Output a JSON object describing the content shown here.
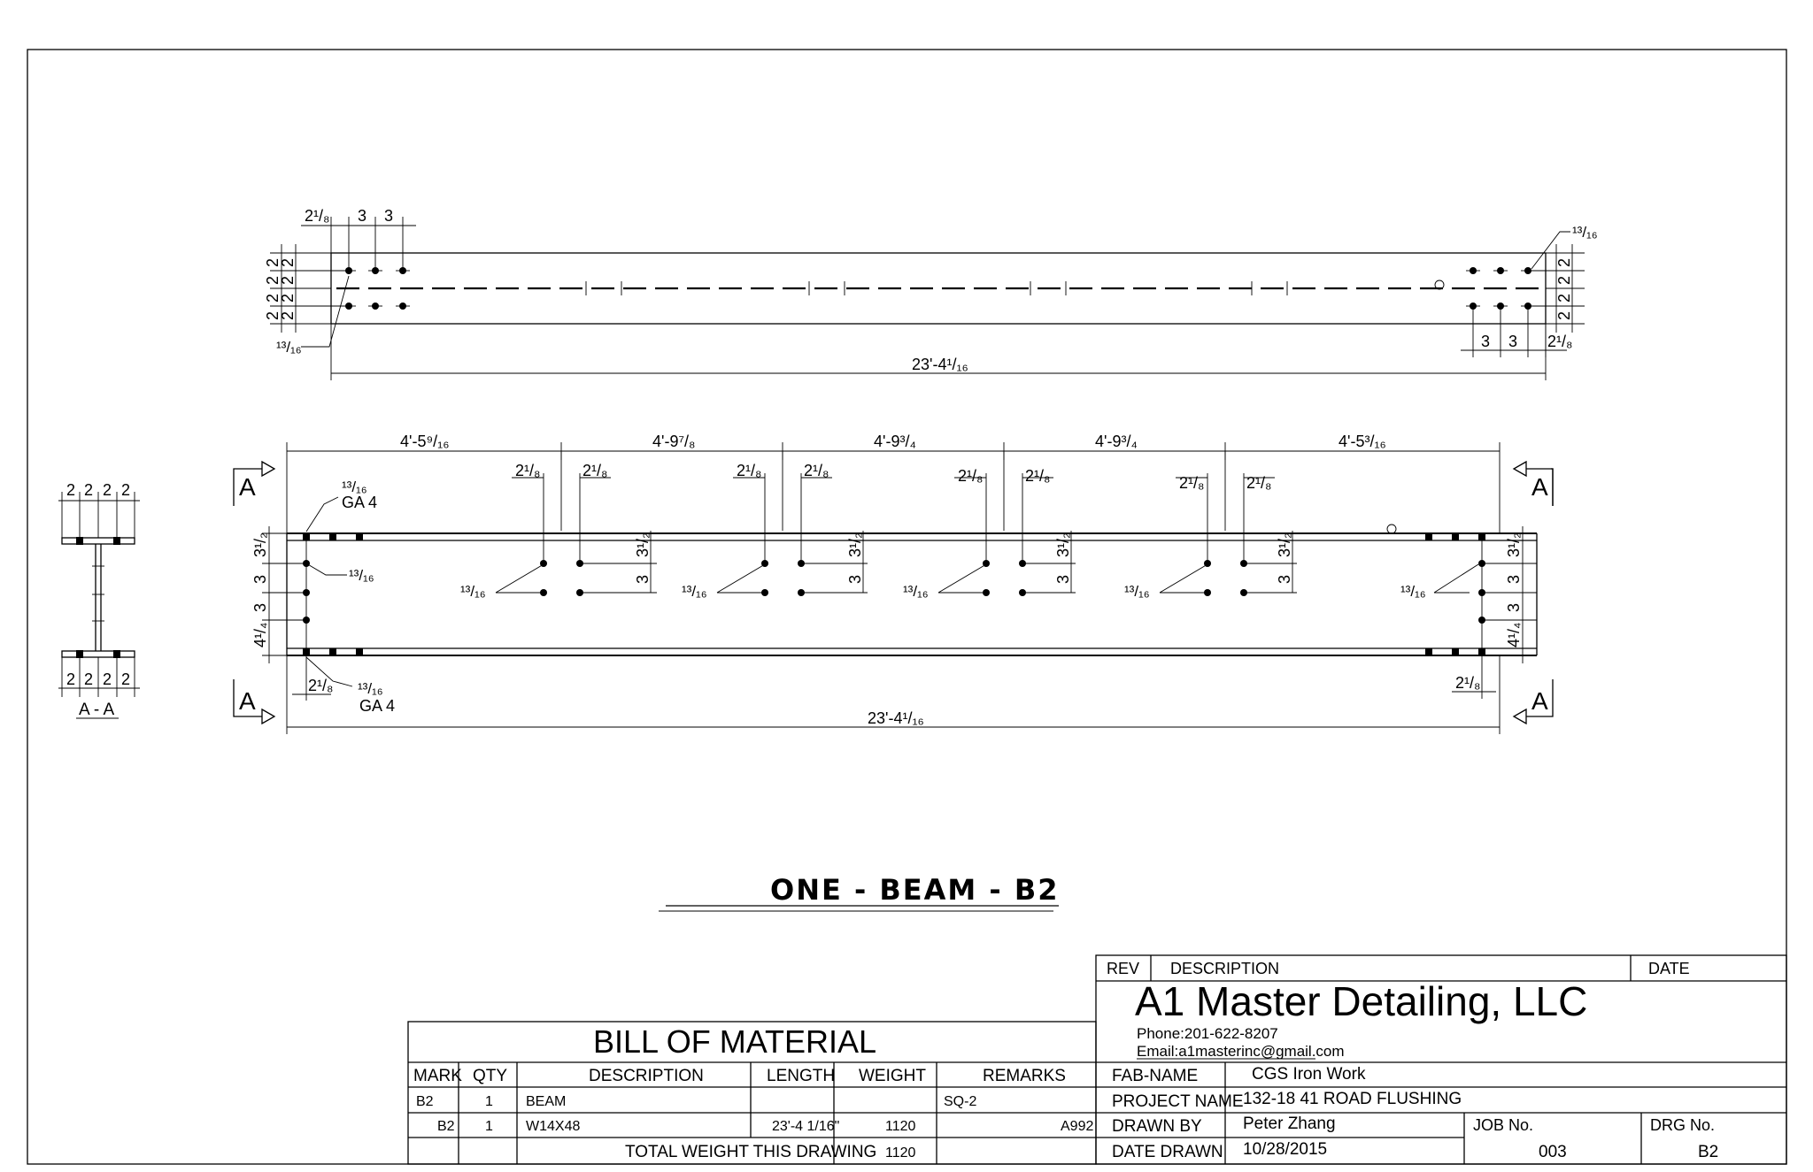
{
  "drawing": {
    "title": "ONE - BEAM - B2",
    "top_view": {
      "left_spacing": [
        "2¹/₈",
        "3",
        "3"
      ],
      "right_spacing": [
        "3",
        "3",
        "2¹/₈"
      ],
      "hole_left": "¹³/₁₆",
      "hole_right": "¹³/₁₆",
      "vert_dims": [
        "2",
        "2",
        "2",
        "2"
      ],
      "overall_length": "23'-4¹/₁₆"
    },
    "front_view": {
      "spans": [
        "4'-5⁹/₁₆",
        "4'-9⁷/₈",
        "4'-9³/₄",
        "4'-9³/₄",
        "4'-5³/₁₆"
      ],
      "clip_offset": "2¹/₈",
      "clip_vert_dims": [
        "3¹/₂",
        "3"
      ],
      "hole_label": "¹³/₁₆",
      "gauge_label": "GA 4",
      "end_vert_dims": [
        "3¹/₂",
        "3",
        "3",
        "4¹/₄"
      ],
      "overall_length": "23'-4¹/₁₆",
      "section_mark": "A"
    },
    "section_view": {
      "label": "A - A",
      "flange_dims": [
        "2",
        "2",
        "2",
        "2"
      ]
    }
  },
  "bill_of_material": {
    "title": "BILL OF MATERIAL",
    "headers": [
      "MARK",
      "QTY",
      "DESCRIPTION",
      "LENGTH",
      "WEIGHT",
      "REMARKS"
    ],
    "rows": [
      [
        "B2",
        "1",
        "BEAM",
        "",
        "",
        "SQ-2",
        ""
      ],
      [
        "B2",
        "1",
        "W14X48",
        "23'-4 1/16\"",
        "1120",
        "",
        "A992"
      ]
    ],
    "total_label": "TOTAL WEIGHT THIS DRAWING",
    "total_weight": "1120"
  },
  "title_block": {
    "rev_label": "REV",
    "description_label": "DESCRIPTION",
    "date_label": "DATE",
    "company": "A1 Master Detailing, LLC",
    "phone": "Phone:201-622-8207",
    "email": "Email:a1masterinc@gmail.com",
    "fab_name_label": "FAB-NAME",
    "fab_name": "CGS Iron Work",
    "project_name_label": "PROJECT NAME",
    "project_name": "132-18 41 ROAD FLUSHING",
    "drawn_by_label": "DRAWN BY",
    "drawn_by": "Peter Zhang",
    "date_drawn_label": "DATE DRAWN",
    "date_drawn": "10/28/2015",
    "job_no_label": "JOB No.",
    "job_no": "003",
    "drg_no_label": "DRG No.",
    "drg_no": "B2"
  }
}
